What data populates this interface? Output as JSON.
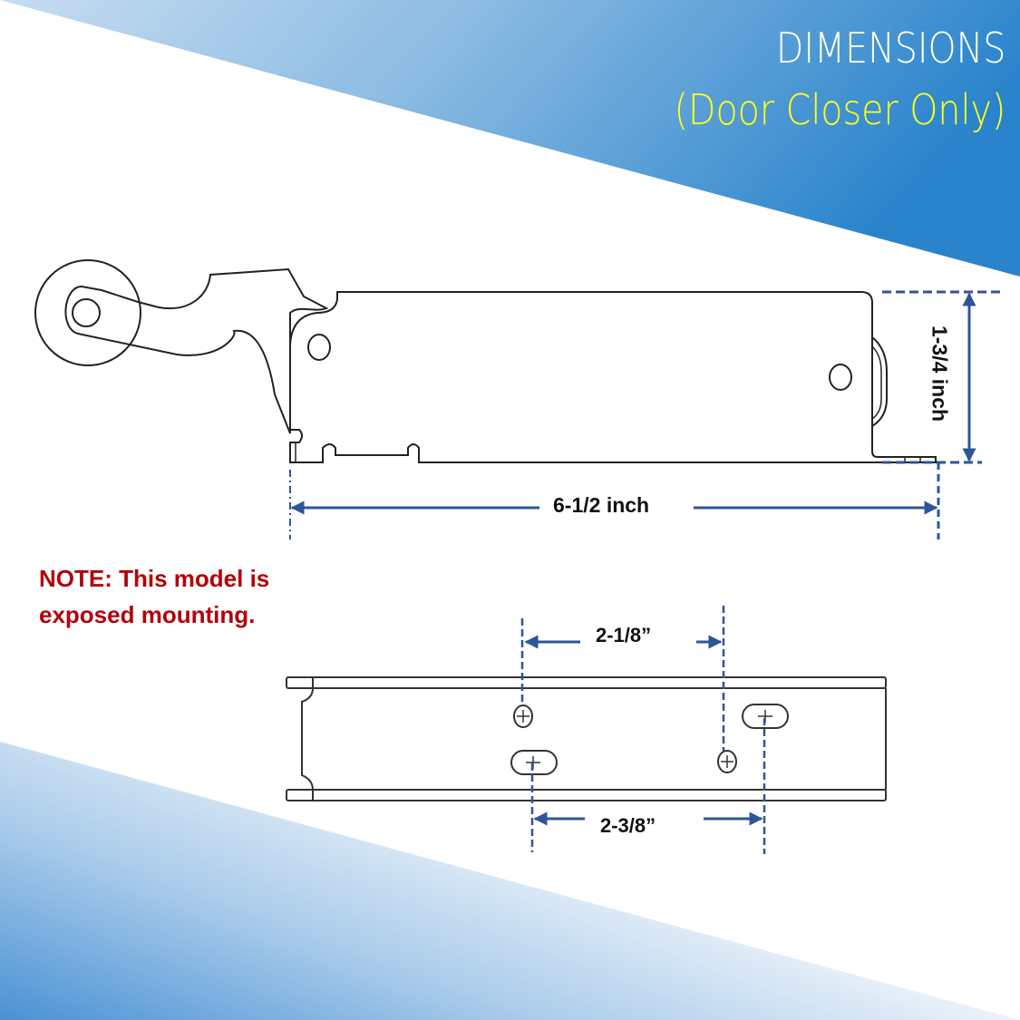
{
  "header": {
    "title": "DIMENSIONS",
    "subtitle": "(Door Closer Only)"
  },
  "note": {
    "text": "NOTE: This model is exposed mounting."
  },
  "side_view": {
    "overall_width_label": "6-1/2 inch",
    "overall_height_label": "1-3/4 inch"
  },
  "mounting_view": {
    "hole_spacing_top_label": "2-1/8”",
    "hole_spacing_bottom_label": "2-3/8”"
  },
  "colors": {
    "banner_blue_dark": "#2a84cc",
    "banner_blue_light": "#a8cbe8",
    "title_white": "#ffffff",
    "subtitle_yellow": "#ffff1a",
    "note_red": "#b30009",
    "dimension_blue": "#2f5597",
    "outline": "#222222"
  }
}
